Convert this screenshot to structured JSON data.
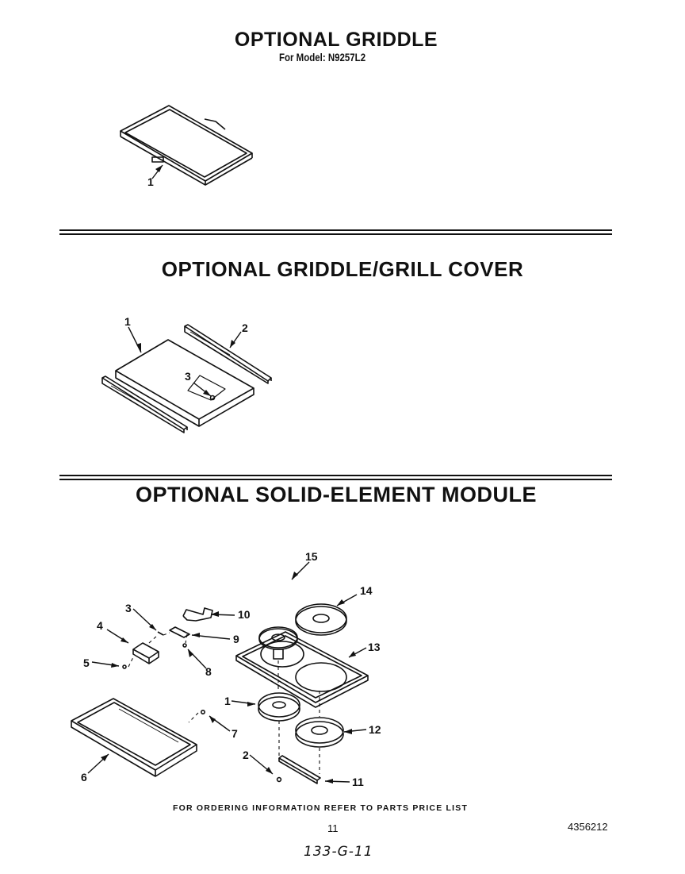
{
  "sections": [
    {
      "title": "OPTIONAL GRIDDLE",
      "subtitle": "For Model: N9257L2",
      "callouts": [
        "1"
      ]
    },
    {
      "title": "OPTIONAL GRIDDLE/GRILL COVER",
      "callouts": [
        "1",
        "2",
        "3"
      ]
    },
    {
      "title": "OPTIONAL SOLID-ELEMENT MODULE",
      "callouts": [
        "1",
        "2",
        "3",
        "4",
        "5",
        "6",
        "7",
        "8",
        "9",
        "10",
        "11",
        "12",
        "13",
        "14",
        "15"
      ]
    }
  ],
  "footer": {
    "ordering_note": "FOR ORDERING INFORMATION REFER TO PARTS PRICE LIST",
    "page_number": "11",
    "document_number": "4356212",
    "handwritten_note": "133-G-11"
  }
}
